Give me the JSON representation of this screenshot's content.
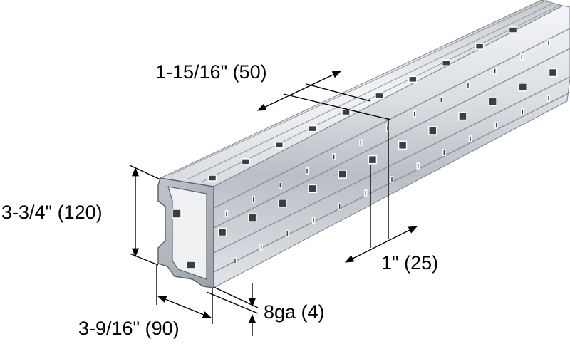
{
  "dimensions": {
    "top_hole_spacing": "1-15/16\" (50)",
    "height": "3-3/4\" (120)",
    "hole_width": "1\" (25)",
    "thickness": "8ga (4)",
    "width": "3-9/16\" (90)"
  },
  "colors": {
    "steel_light": "#eef0f2",
    "steel_mid": "#c9ced3",
    "steel_dark": "#8e959c",
    "hole": "#3a3f44",
    "line": "#000000"
  }
}
